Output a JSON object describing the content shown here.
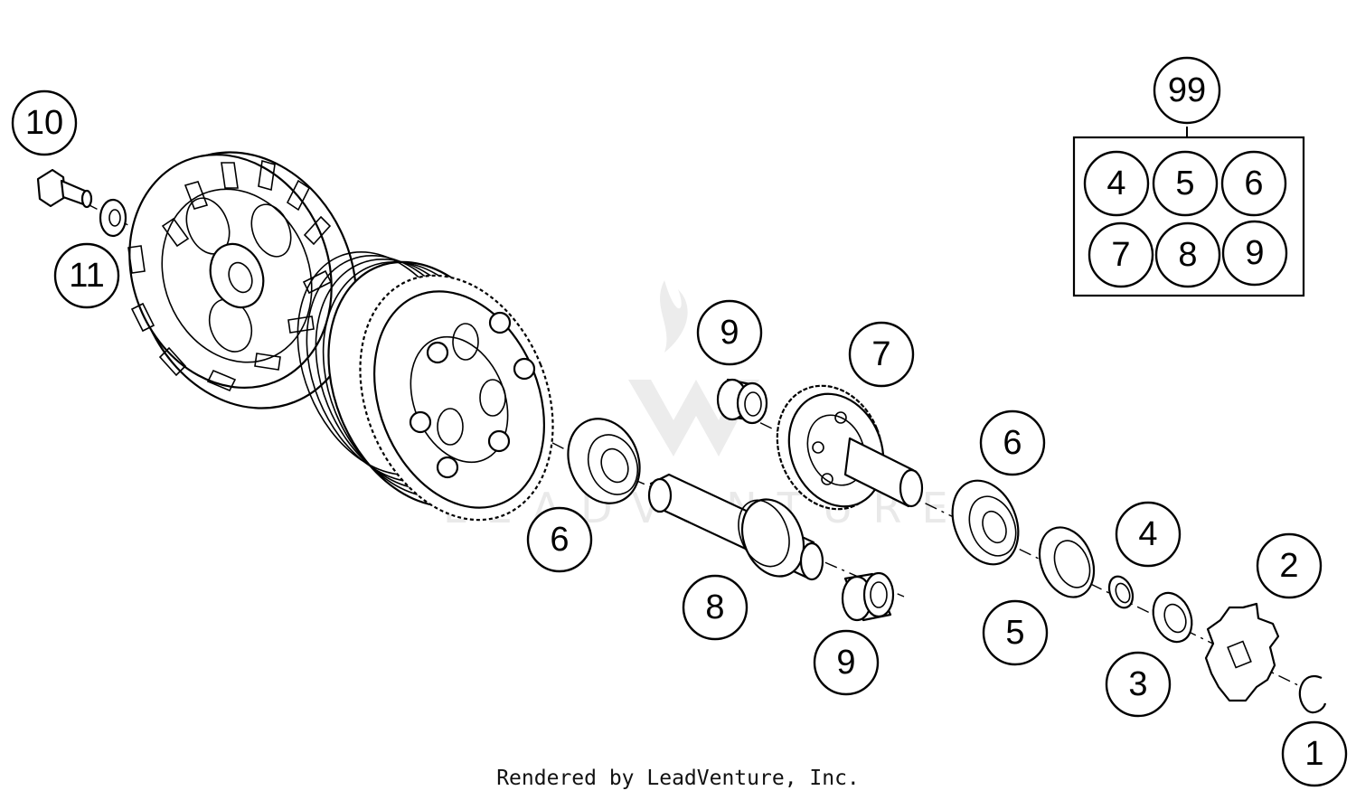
{
  "watermark": {
    "text": "LEADVENTURE"
  },
  "footer": {
    "text": "Rendered by LeadVenture, Inc."
  },
  "kit": {
    "label": "99",
    "contents": [
      "4",
      "5",
      "6",
      "7",
      "8",
      "9"
    ]
  },
  "callouts": {
    "c10": "10",
    "c11": "11",
    "c9a": "9",
    "c7": "7",
    "c6a": "6",
    "c6b": "6",
    "c8": "8",
    "c9b": "9",
    "c4": "4",
    "c2": "2",
    "c5": "5",
    "c3": "3",
    "c1": "1"
  }
}
